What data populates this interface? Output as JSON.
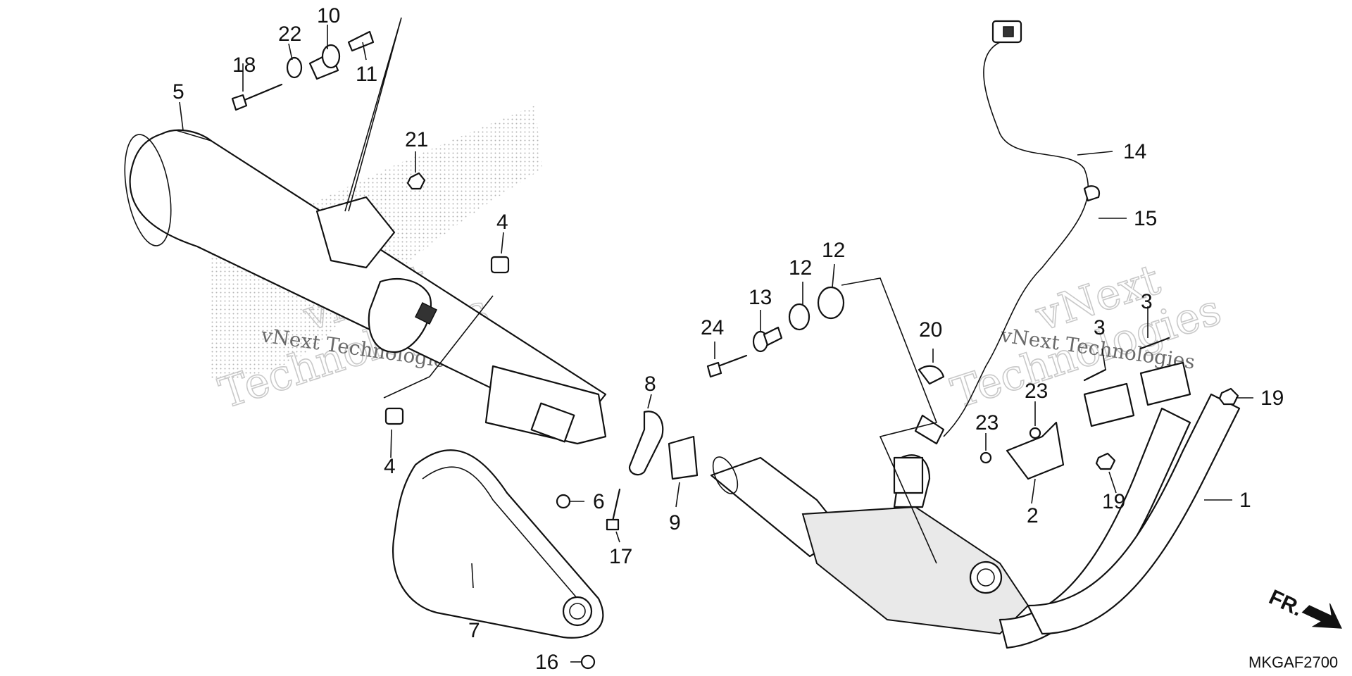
{
  "diagram_code": "MKGAF2700",
  "front_indicator": "FR.",
  "watermark": {
    "line1": "vNext",
    "line2": "Technologies",
    "small": "vNext Technologies"
  },
  "callouts": {
    "c1": "1",
    "c2": "2",
    "c3a": "3",
    "c3b": "3",
    "c4a": "4",
    "c4b": "4",
    "c5": "5",
    "c6": "6",
    "c7": "7",
    "c8": "8",
    "c9": "9",
    "c10": "10",
    "c11": "11",
    "c12a": "12",
    "c12b": "12",
    "c13": "13",
    "c14": "14",
    "c15": "15",
    "c16": "16",
    "c17": "17",
    "c18": "18",
    "c19a": "19",
    "c19b": "19",
    "c20": "20",
    "c21": "21",
    "c22": "22",
    "c23a": "23",
    "c23b": "23",
    "c24": "24"
  },
  "colors": {
    "line": "#111111",
    "watermark": "#c9c9c9",
    "background": "#ffffff"
  }
}
